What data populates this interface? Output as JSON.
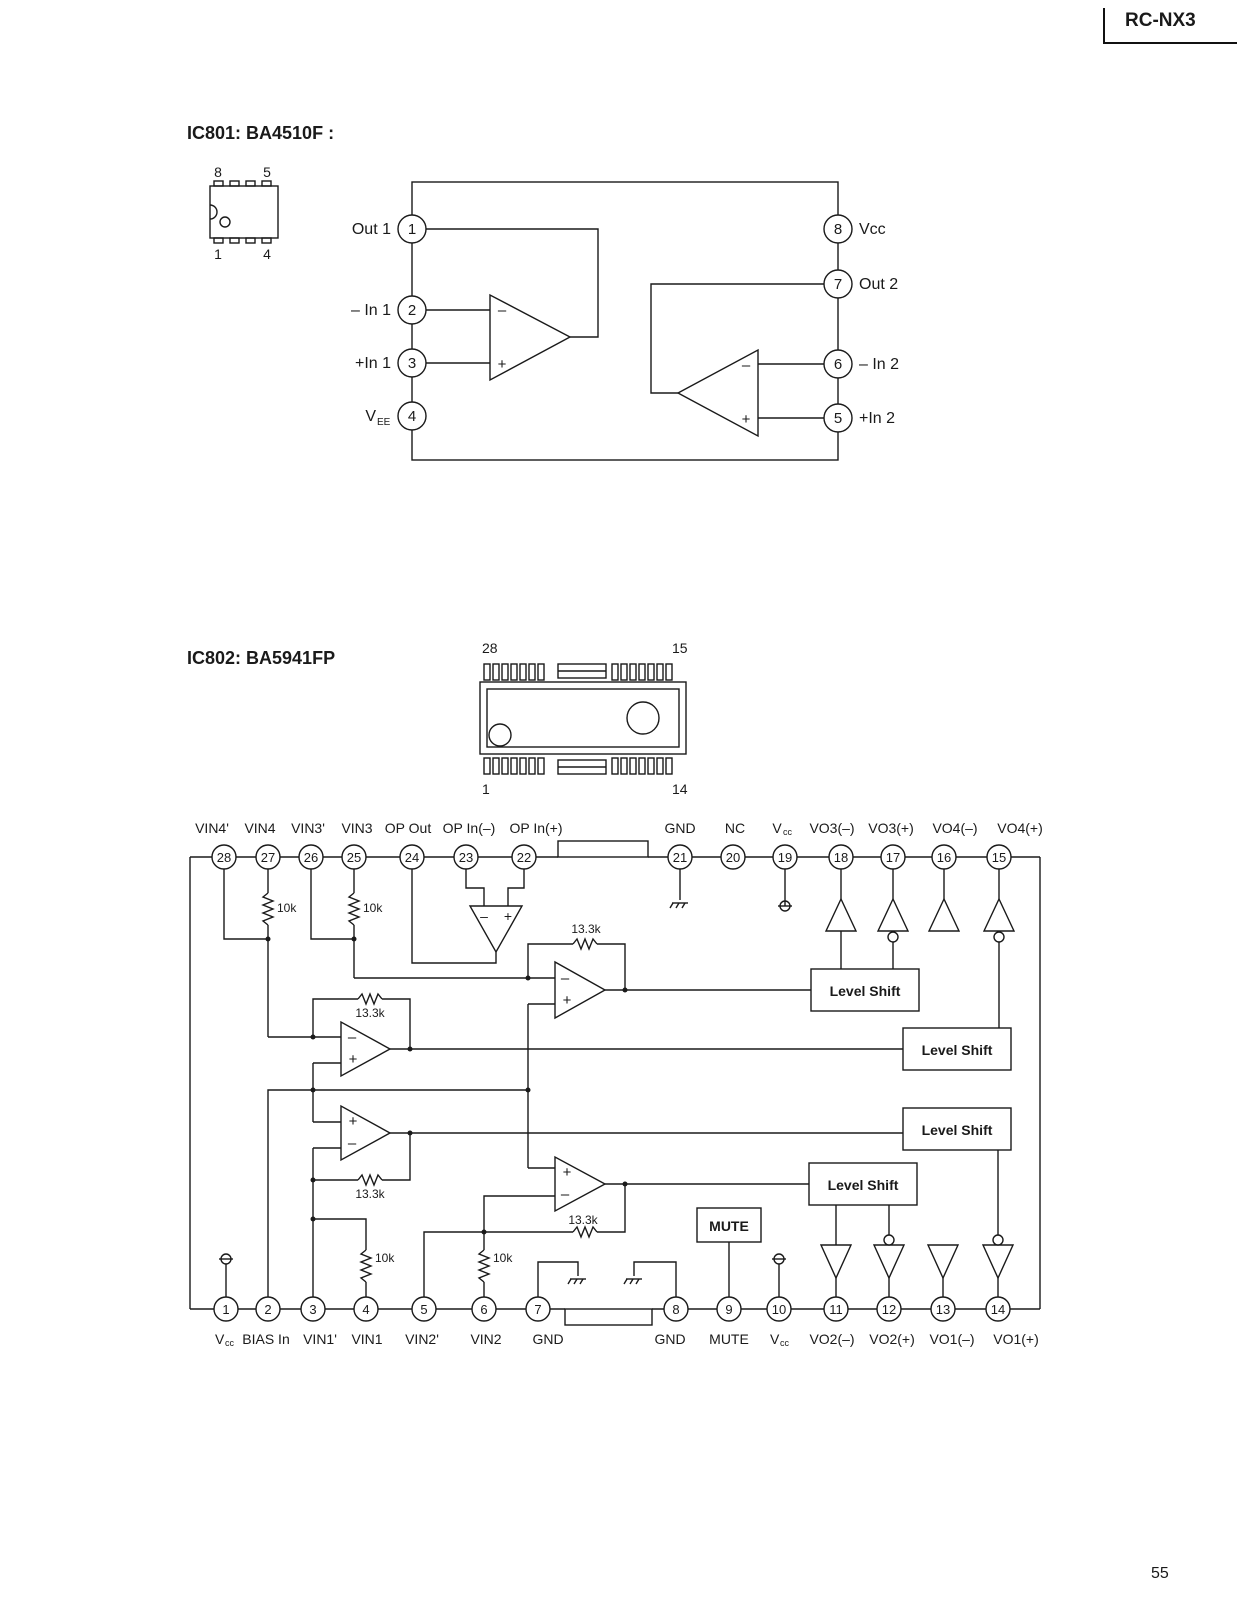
{
  "header": {
    "model": "RC-NX3"
  },
  "page_number": "55",
  "ic801": {
    "heading": "IC801: BA4510F :",
    "package_labels": {
      "top_left": "8",
      "top_right": "5",
      "bottom_left": "1",
      "bottom_right": "4"
    },
    "pins": [
      {
        "num": "1",
        "label": "Out 1"
      },
      {
        "num": "2",
        "label": "– In 1"
      },
      {
        "num": "3",
        "label": "+In 1"
      },
      {
        "num": "4",
        "label": "V",
        "sub": "EE"
      },
      {
        "num": "5",
        "label": "+In 2"
      },
      {
        "num": "6",
        "label": "– In 2"
      },
      {
        "num": "7",
        "label": "Out 2"
      },
      {
        "num": "8",
        "label": "Vcc"
      }
    ],
    "opamp_signs": {
      "minus": "–",
      "plus": "+"
    }
  },
  "ic802": {
    "heading": "IC802: BA5941FP",
    "package_labels": {
      "top_left": "28",
      "top_right": "15",
      "bottom_left": "1",
      "bottom_right": "14"
    },
    "top_pins": [
      {
        "num": "28",
        "label": "VIN4'"
      },
      {
        "num": "27",
        "label": "VIN4"
      },
      {
        "num": "26",
        "label": "VIN3'"
      },
      {
        "num": "25",
        "label": "VIN3"
      },
      {
        "num": "24",
        "label": "OP Out"
      },
      {
        "num": "23",
        "label": "OP In(–)"
      },
      {
        "num": "22",
        "label": "OP In(+)"
      },
      {
        "num": "21",
        "label": "GND"
      },
      {
        "num": "20",
        "label": "NC"
      },
      {
        "num": "19",
        "label": "V",
        "sub": "cc"
      },
      {
        "num": "18",
        "label": "VO3(–)"
      },
      {
        "num": "17",
        "label": "VO3(+)"
      },
      {
        "num": "16",
        "label": "VO4(–)"
      },
      {
        "num": "15",
        "label": "VO4(+)"
      }
    ],
    "bottom_pins": [
      {
        "num": "1",
        "label": "V",
        "sub": "cc"
      },
      {
        "num": "2",
        "label": "BIAS In"
      },
      {
        "num": "3",
        "label": "VIN1'"
      },
      {
        "num": "4",
        "label": "VIN1"
      },
      {
        "num": "5",
        "label": "VIN2'"
      },
      {
        "num": "6",
        "label": "VIN2"
      },
      {
        "num": "7",
        "label": "GND"
      },
      {
        "num": "8",
        "label": "GND"
      },
      {
        "num": "9",
        "label": "MUTE"
      },
      {
        "num": "10",
        "label": "V",
        "sub": "cc"
      },
      {
        "num": "11",
        "label": "VO2(–)"
      },
      {
        "num": "12",
        "label": "VO2(+)"
      },
      {
        "num": "13",
        "label": "VO1(–)"
      },
      {
        "num": "14",
        "label": "VO1(+)"
      }
    ],
    "resistor_10k": "10k",
    "resistor_13k": "13.3k",
    "level_shift": "Level Shift",
    "mute_box": "MUTE",
    "opamp_signs": {
      "minus": "–",
      "plus": "+"
    }
  }
}
